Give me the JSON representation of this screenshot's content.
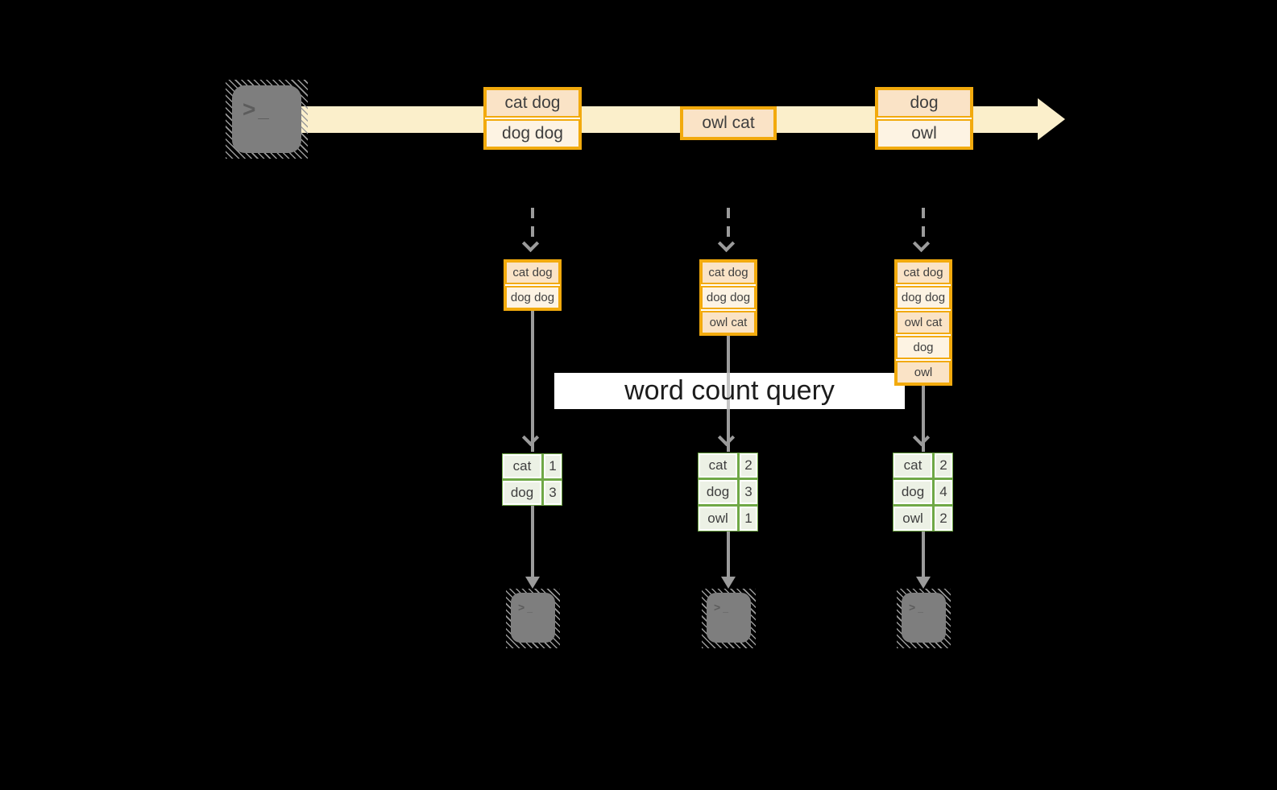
{
  "colors": {
    "background": "#000000",
    "gold_border": "#F2AA0D",
    "peach_fill": "#FAE3C6",
    "cream_fill": "#FDF3E3",
    "stream_arrow_fill": "#FBEFCB",
    "green_border": "#6FA846",
    "green_fill": "#ECF1E5",
    "connector_gray": "#9B9B9B",
    "terminal_gray": "#7E7E7E",
    "query_band_bg": "#FFFFFF",
    "text_dark": "#3F3F3F"
  },
  "icons": {
    "terminal": "terminal-icon"
  },
  "terminal": {
    "prompt": ">",
    "cursor": "_"
  },
  "stream": {
    "boxes": [
      {
        "cells": [
          "cat dog",
          "dog dog"
        ]
      },
      {
        "cells": [
          "owl cat"
        ]
      },
      {
        "cells": [
          "dog",
          "owl"
        ]
      }
    ]
  },
  "batches": [
    {
      "cells": [
        "cat dog",
        "dog dog"
      ]
    },
    {
      "cells": [
        "cat dog",
        "dog dog",
        "owl cat"
      ]
    },
    {
      "cells": [
        "cat dog",
        "dog dog",
        "owl cat",
        "dog",
        "owl"
      ]
    }
  ],
  "query": {
    "label": "word count query"
  },
  "tables": [
    {
      "rows": [
        {
          "word": "cat",
          "count": "1"
        },
        {
          "word": "dog",
          "count": "3"
        }
      ]
    },
    {
      "rows": [
        {
          "word": "cat",
          "count": "2"
        },
        {
          "word": "dog",
          "count": "3"
        },
        {
          "word": "owl",
          "count": "1"
        }
      ]
    },
    {
      "rows": [
        {
          "word": "cat",
          "count": "2"
        },
        {
          "word": "dog",
          "count": "4"
        },
        {
          "word": "owl",
          "count": "2"
        }
      ]
    }
  ]
}
